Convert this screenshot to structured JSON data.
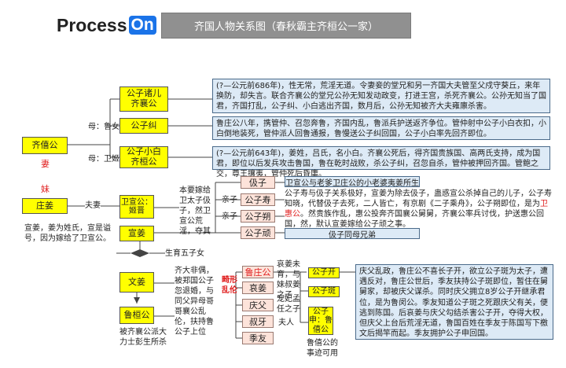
{
  "header": {
    "logo_text": "Process",
    "logo_badge": "On",
    "title": "齐国人物关系图（春秋霸主齐桓公一家）"
  },
  "sons": [
    {
      "label": "公子诸儿\n齐襄公"
    },
    {
      "label": "公子纠"
    },
    {
      "label": "公子小白\n齐桓公"
    }
  ],
  "mother_labels": [
    "母：鲁女",
    "母：卫姬"
  ],
  "descriptions": [
    {
      "text": "(?—公元前686年)，性无常，荒淫无道。令妻妾的堂兄和另一齐国大夫管至父戍守葵丘，来年换防，却失言。联合齐襄公的堂兄公孙无知发动政变，打进王宫，杀死齐襄公。公孙无知当了国君，齐国打乱，公子纠、小白逃出齐国，数月后，公孙无知被齐大夫雍廪杀害。"
    },
    {
      "text": "鲁庄公八年，携管仲、召忽奔鲁，齐国内乱，鲁派兵护送返齐争位。管仲射中公子小白衣扣，小白倒地装死，管仲派人回鲁通报，鲁慢送公子纠回国，公子小白率先回齐即位。"
    },
    {
      "text": "(?—公元前643年)，姜姓，吕氏，名小白。齐襄公死后，得齐国贵族国、高两氏支持，成为国君，即位以后发兵攻击鲁国，鲁在乾时战败，杀公子纠，召忽自杀，管仲被押回齐国。管鲍之交，尊王攘夷，管仲死后昏庸。"
    }
  ],
  "father": {
    "label": "齐僖公"
  },
  "sister_chars": [
    "妻",
    "妹"
  ],
  "daughter": {
    "label": "庄姜"
  },
  "husband_label": "夫妻",
  "xuanjiang": {
    "label": "宣姜"
  },
  "weigong": {
    "label": "卫宣公：\n姬晋"
  },
  "xuanjiang_note": "宣姜，姜为姓氏，宣是谥号，因为嫁给了卫宣公。",
  "marriage_note": "本要嫁给卫太子伋子，然卫宣公荒淫，夺其",
  "qinzi_labels": [
    "亲子",
    "亲子"
  ],
  "wei_sons": [
    {
      "label": "伋子"
    },
    {
      "label": "公子寿"
    },
    {
      "label": "公子朔"
    },
    {
      "label": "公子顽"
    }
  ],
  "wei_note_title": "卫宣公与老爹卫庄公的小老婆夷姜所生",
  "wei_note_text": {
    "part1": "公子寿与伋子关系极好，宣姜为除去伋子，蛊惑宣公杀掉自己的儿子，公子寿知晓，代替伋子去死，二人皆亡，有京剧《二子乘舟》，公子朔即位，是为",
    "highlight": "卫惠公",
    "part2": "。然贵族作乱，惠公投奔齐国襄公舅舅，齐襄公率兵讨伐，护送惠公回国，然，默认宣姜嫁给公子顽之事。"
  },
  "brother_note": "伋子同母兄弟",
  "five_children_label": "生育五子女",
  "wenjiang": {
    "label": "文姜"
  },
  "huangong": {
    "label": "鲁桓公"
  },
  "huangong_note": "被齐襄公派大力士彭生所杀",
  "wenjiang_note": "齐大非偶，被郑国公子忽退婚，与同父异母哥哥襄公乱伦，扶持鲁公子上位",
  "incest_label": "畸形乱伦",
  "lu_children": [
    {
      "label": "鲁庄公"
    },
    {
      "label": "哀姜"
    },
    {
      "label": "庆父"
    },
    {
      "label": "叔牙"
    },
    {
      "label": "季友"
    }
  ],
  "aijiang_note": "哀姜未育，与妹叔姜之子",
  "shujiang_note": "宠妃孟任之子",
  "fuwife_label": "夫人",
  "kai": {
    "label": "公子开"
  },
  "ban": {
    "label": "公子斑"
  },
  "shen": {
    "label": "公子申：鲁僖公"
  },
  "lu_note": "鲁僖公的事迹可用",
  "qingfu_text": "庆父乱政，鲁庄公不喜长子开，欲立公子斑为太子，遭遇反对，鲁庄公世后，季友扶持公子斑即位，暂住在舅舅家，却被庆父谋杀。同时庆父拥立8岁公子开继承君位，是为鲁闵公。季友知道公子斑之死跟庆父有关，便逃到陈国。后哀姜与庆父勾结杀害公子开，夺得大权，但庆父上台后荒淫无道，鲁国百姓在季友于陈国写下檄文后揭竿而起。季友拥护公子申回国。"
}
